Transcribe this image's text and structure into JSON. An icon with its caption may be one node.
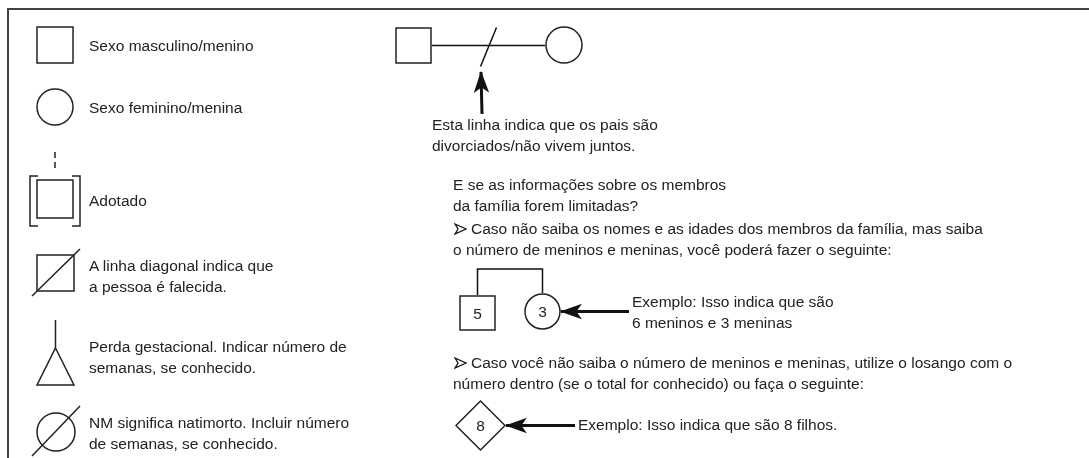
{
  "diagram": {
    "nodes": [
      {
        "text": [],
        "shape": "box"
      },
      {
        "text": [],
        "shape": "circle"
      },
      {
        "text": [],
        "shape": "box"
      },
      {
        "text": [],
        "shape": "box"
      },
      {
        "text": [],
        "shape": "triangle"
      },
      {
        "text": [],
        "shape": "circle"
      },
      {
        "text": [],
        "shape": "box"
      },
      {
        "text": [],
        "shape": "circle"
      },
      {
        "text": [
          "Esta linha indica que os pais são divorciados/não vivem juntos."
        ]
      },
      {
        "text": [
          "5"
        ]
      },
      {
        "text": [
          "3"
        ]
      },
      {
        "text": [
          "Exemplo: Isso indica que são 6 meninos e 3 meninas"
        ]
      },
      {
        "text": [
          "8"
        ]
      },
      {
        "text": [
          "Exemplo: Isso indica que são 8 filhos."
        ]
      }
    ],
    "edges": [
      {
        "from": 6,
        "to": 7,
        "arrow": "none"
      },
      {
        "from": 8,
        "to": null,
        "arrow": "to"
      },
      {
        "from": 9,
        "to": 10,
        "arrow": "none"
      },
      {
        "from": 11,
        "to": 10,
        "arrow": "to"
      },
      {
        "from": 13,
        "to": 12,
        "arrow": "to"
      }
    ],
    "labels": [
      "E se as informações sobre os membros da família forem limitadas?",
      "Caso não saiba os nomes e as idades dos membros da família, mas saiba o número de meninos e meninas, você poderá fazer o seguinte:",
      "Caso você não saiba o número de meninos e meninas, utilize o losango com o número dentro (se o total for conhecido) ou faça o seguinte:"
    ],
    "legend": [
      {
        "text": "Sexo masculino/menino"
      },
      {
        "text": "Sexo feminino/menina"
      },
      {
        "text": "Adotado"
      },
      {
        "text": "A linha diagonal indica que a pessoa é falecida."
      },
      {
        "text": "Perda gestacional. Indicar número de semanas, se conhecido."
      },
      {
        "text": "NM significa natimorto. Incluir número de semanas, se conhecido."
      }
    ]
  }
}
